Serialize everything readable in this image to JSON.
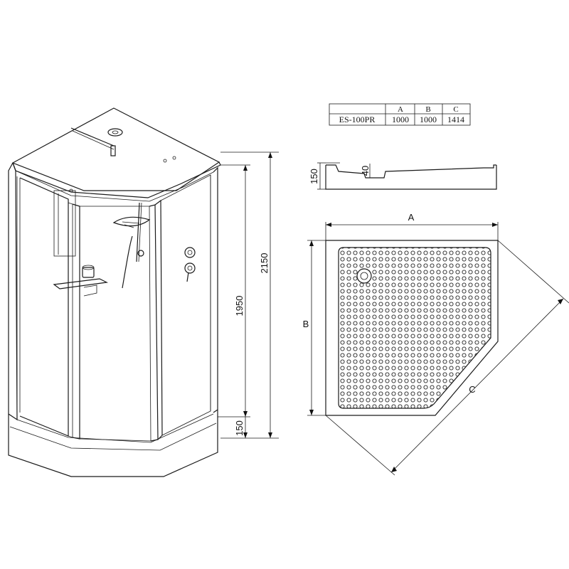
{
  "spec_table": {
    "headers": [
      "",
      "A",
      "B",
      "C"
    ],
    "rows": [
      [
        "ES-100PR",
        "1000",
        "1000",
        "1414"
      ]
    ]
  },
  "elevation": {
    "total_height": "2150",
    "cabin_height": "1950",
    "tray_height": "150"
  },
  "tray_profile": {
    "height": "150",
    "drain_depth": "40"
  },
  "tray_plan": {
    "label_a": "A",
    "label_b": "B",
    "label_c": "C"
  }
}
